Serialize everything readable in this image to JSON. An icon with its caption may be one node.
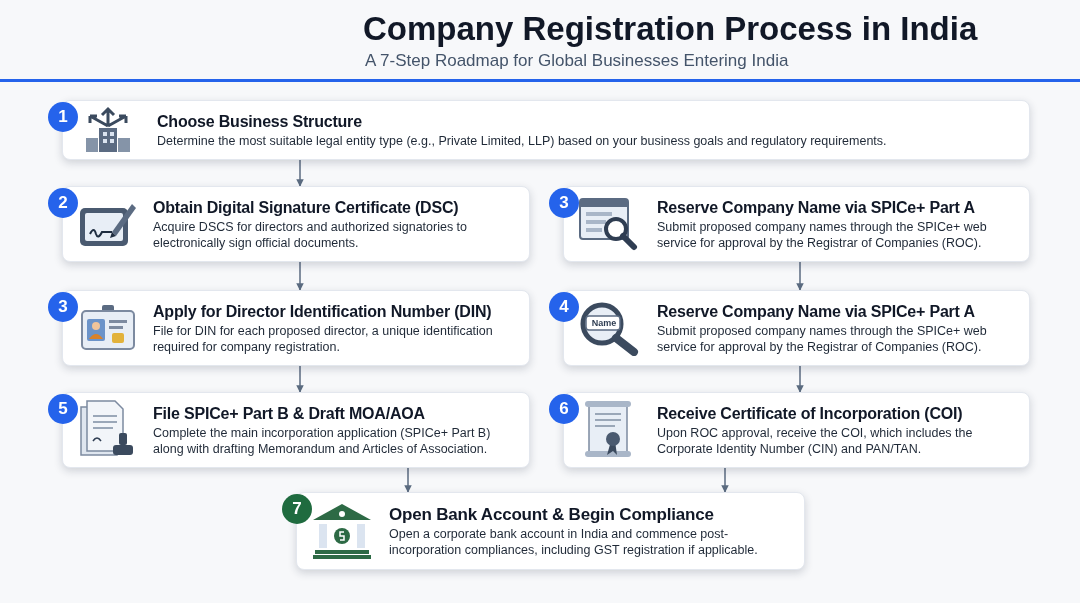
{
  "diagram": {
    "title": "Company Registration Process in India",
    "caption": "A 7-Step Roadmap for Global Businesses Entering India",
    "nodes": [
      {
        "text": [
          "1",
          "Choose Business Structure",
          "Determine the most suitable legal entity type (e.g., Private Limited, LLP) based on your business goals and regulatory requirements."
        ]
      },
      {
        "text": [
          "2",
          "Obtain Digital Signature Certificate (DSC)",
          "Acquire DSCS for directors and authorized signatories to electronically sign official documents."
        ]
      },
      {
        "text": [
          "3",
          "Reserve Company Name via SPICe+ Part A",
          "Submit proposed company names through the SPICe+ web service for approval by the Registrar of Companies (ROC)."
        ]
      },
      {
        "text": [
          "3",
          "Apply for Director Identification Number (DIN)",
          "File for DIN for each proposed director, a unique identification required for company registration."
        ]
      },
      {
        "text": [
          "4",
          "Reserve Company Name via SPICe+ Part A",
          "Submit proposed company names through the SPICe+ web service for approval by the Registrar of Companies (ROC)."
        ]
      },
      {
        "text": [
          "5",
          "File SPICe+ Part B & Draft MOA/AOA",
          "Complete the main incorporation application (SPICe+ Part B) along with drafting Memorandum and Articles of Association."
        ]
      },
      {
        "text": [
          "6",
          "Receive Certificate of Incorporation (COI)",
          "Upon ROC approval, receive the COI, which includes the Corporate Identity Number (CIN) and PAN/TAN."
        ]
      },
      {
        "text": [
          "7",
          "Open Bank Account & Begin Compliance",
          "Open a corporate bank account in India and commence post-incorporation compliances, including GST registration if applicable."
        ]
      }
    ],
    "edges": [
      {
        "from": 0,
        "to": 1,
        "arrow": "to"
      },
      {
        "from": 1,
        "to": 3,
        "arrow": "to"
      },
      {
        "from": 2,
        "to": 4,
        "arrow": "to"
      },
      {
        "from": 3,
        "to": 5,
        "arrow": "to"
      },
      {
        "from": 4,
        "to": 6,
        "arrow": "to"
      },
      {
        "from": 5,
        "to": 7,
        "arrow": "to"
      },
      {
        "from": 6,
        "to": 7,
        "arrow": "to"
      }
    ],
    "labels": [
      "Name"
    ]
  }
}
